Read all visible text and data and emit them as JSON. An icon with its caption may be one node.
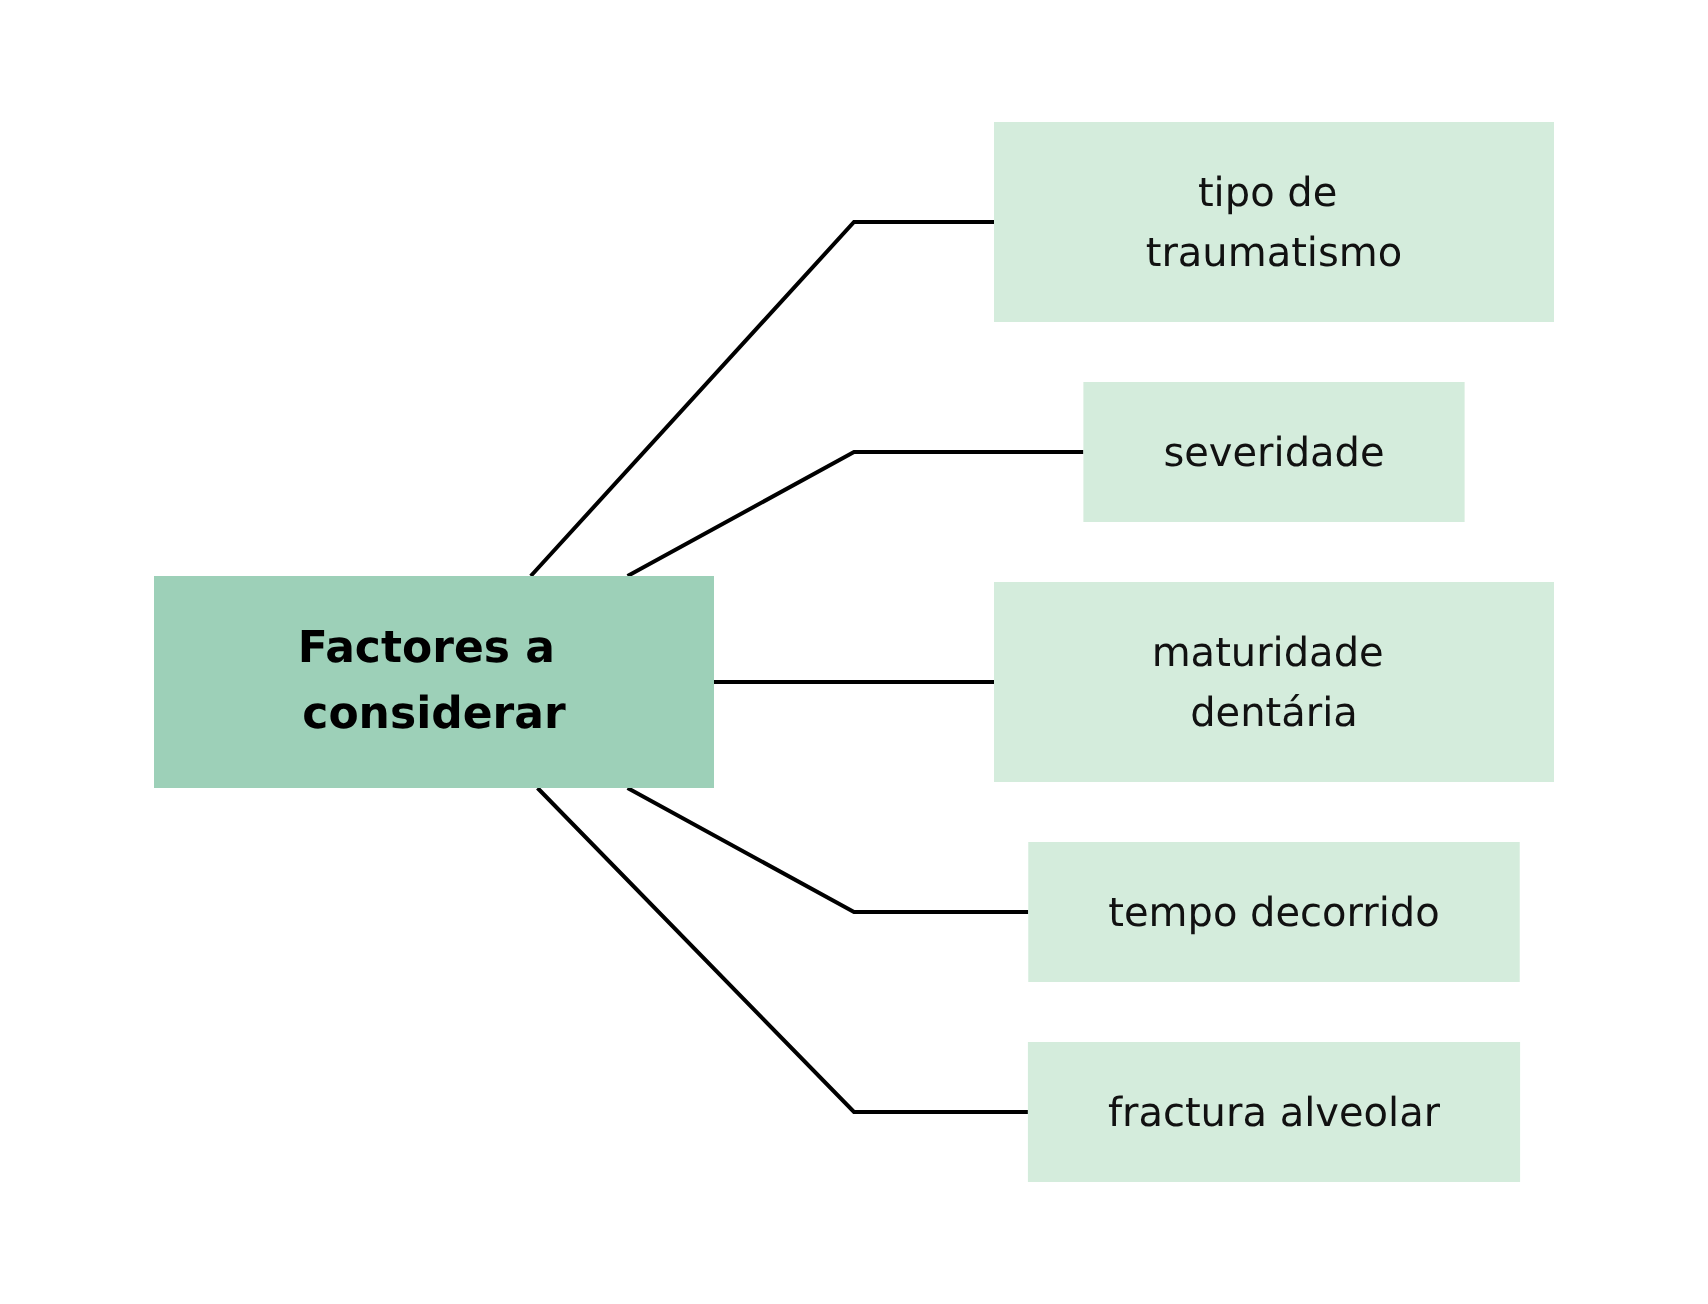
{
  "diagram": {
    "nodes": [
      {
        "text": [
          "Factores a considerar"
        ]
      },
      {
        "text": [
          "tipo de traumatismo"
        ]
      },
      {
        "text": [
          "severidade"
        ]
      },
      {
        "text": [
          "maturidade dentária"
        ]
      },
      {
        "text": [
          "tempo decorrido"
        ]
      },
      {
        "text": [
          "fractura alveolar"
        ]
      }
    ],
    "edges": [
      {
        "from": 0,
        "to": 1,
        "arrow": "none"
      },
      {
        "from": 0,
        "to": 2,
        "arrow": "none"
      },
      {
        "from": 0,
        "to": 3,
        "arrow": "none"
      },
      {
        "from": 0,
        "to": 4,
        "arrow": "none"
      },
      {
        "from": 0,
        "to": 5,
        "arrow": "none"
      }
    ]
  }
}
